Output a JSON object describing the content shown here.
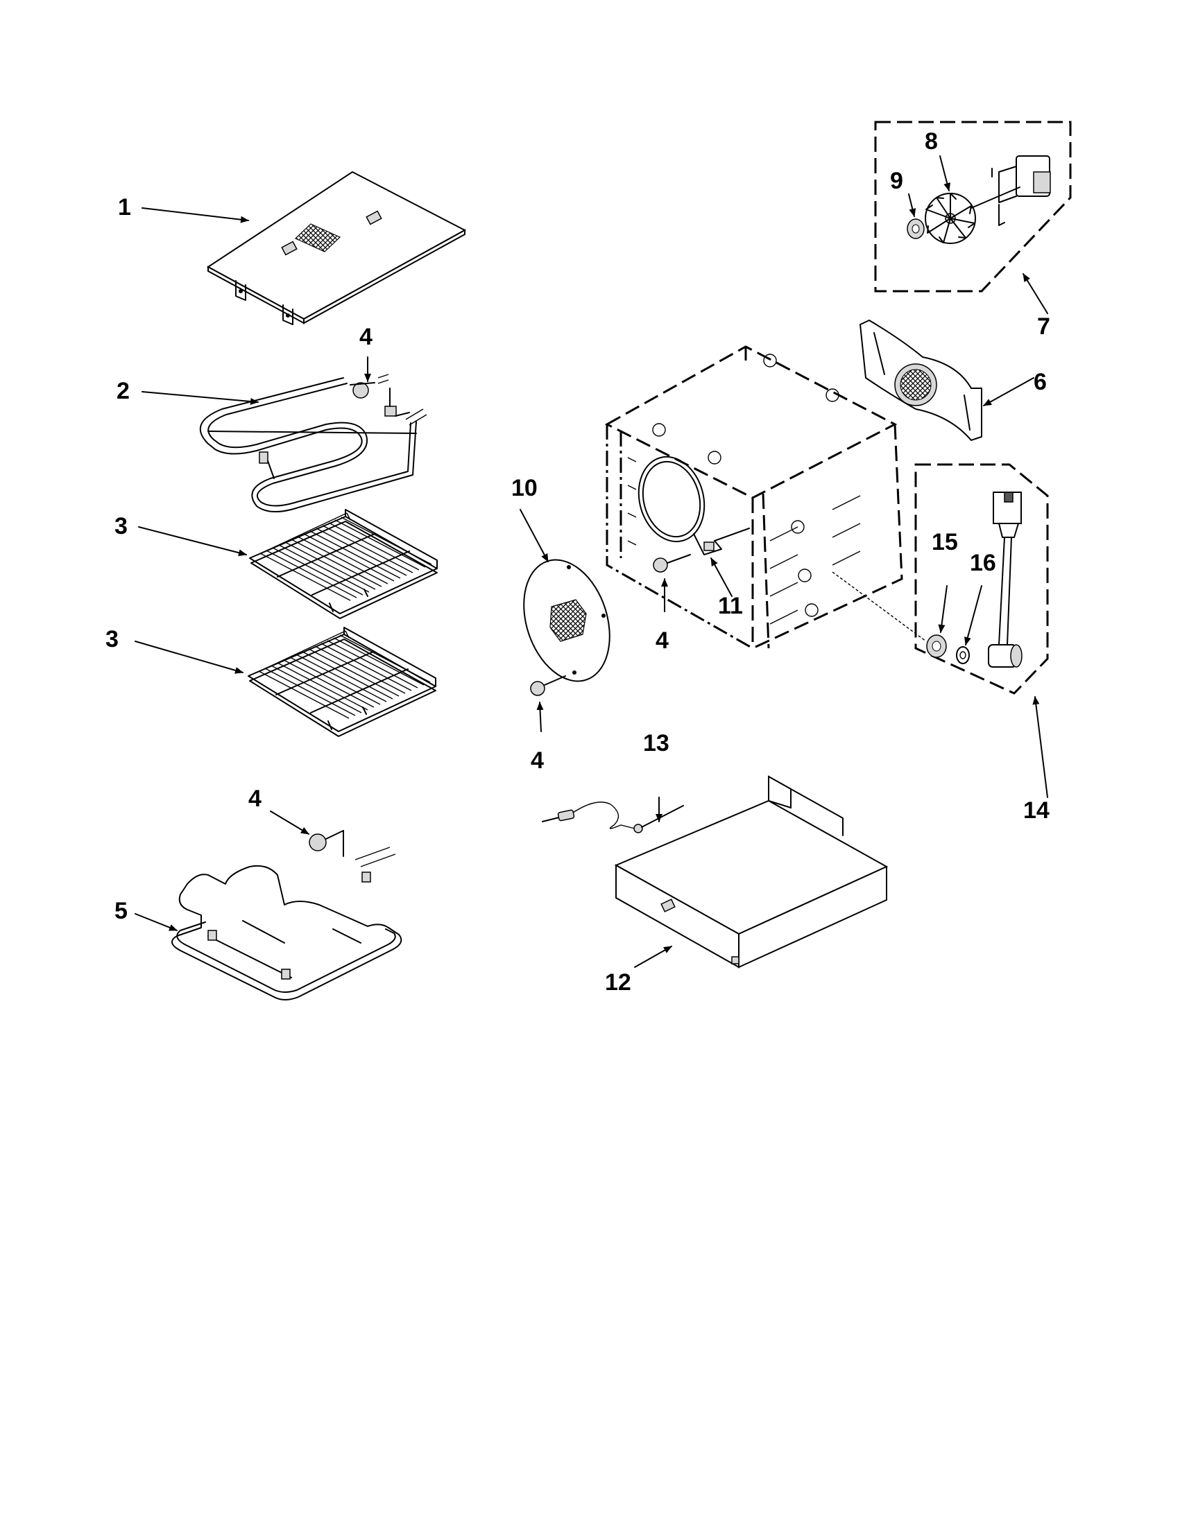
{
  "callouts": [
    {
      "key": "c1",
      "text": "1"
    },
    {
      "key": "c2",
      "text": "2"
    },
    {
      "key": "c3a",
      "text": "3"
    },
    {
      "key": "c3b",
      "text": "3"
    },
    {
      "key": "c4a",
      "text": "4"
    },
    {
      "key": "c4b",
      "text": "4"
    },
    {
      "key": "c4c",
      "text": "4"
    },
    {
      "key": "c4d",
      "text": "4"
    },
    {
      "key": "c5",
      "text": "5"
    },
    {
      "key": "c6",
      "text": "6"
    },
    {
      "key": "c7",
      "text": "7"
    },
    {
      "key": "c8",
      "text": "8"
    },
    {
      "key": "c9",
      "text": "9"
    },
    {
      "key": "c10",
      "text": "10"
    },
    {
      "key": "c11",
      "text": "11"
    },
    {
      "key": "c12",
      "text": "12"
    },
    {
      "key": "c13",
      "text": "13"
    },
    {
      "key": "c14",
      "text": "14"
    },
    {
      "key": "c15",
      "text": "15"
    },
    {
      "key": "c16",
      "text": "16"
    }
  ],
  "line_color": "#000000",
  "background_color": "#ffffff"
}
